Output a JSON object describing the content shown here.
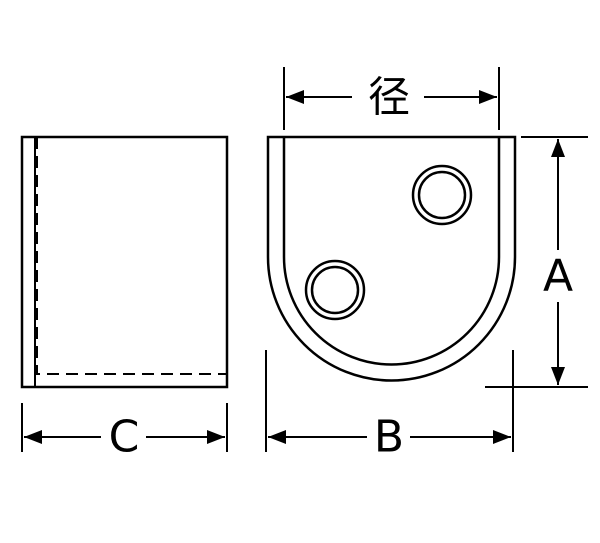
{
  "labels": {
    "diameter": "径",
    "height": "A",
    "width": "B",
    "depth": "C"
  },
  "colors": {
    "line": "#000000",
    "background": "#ffffff"
  }
}
